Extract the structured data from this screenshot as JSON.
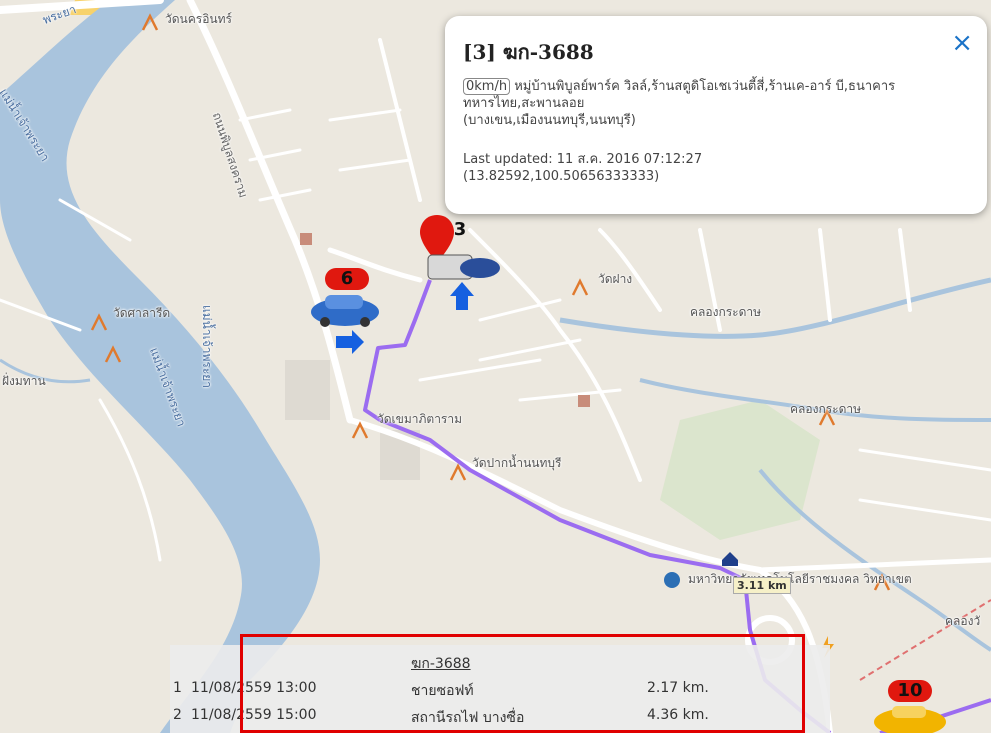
{
  "map": {
    "labels": {
      "temple_top": "วัดนครอินทร์",
      "road_pibul": "ถนนพิบูลสงคราม",
      "temple_sala": "วัดศาลารีด",
      "river_main": "แม่น้ำเจ้าพระยา",
      "river_left": "แม่น้ำเจ้าพระยา",
      "river_bottom": "แม่น้ำเจ้าพระยา",
      "temple_khema": "วัดเขมาภิตาราม",
      "temple_paknam": "วัดปากน้ำนนทบุรี",
      "temple_fang": "วัดฝาง",
      "canal_1": "คลองกระดาษ",
      "canal_2": "คลองกระดาษ",
      "edge_left": "ฝั่งมทาน",
      "edge_topleft": "พระยา",
      "university": "มหาวิทยาลัยเทคโนโลยีราชมงคล วิทยาเขต",
      "canal_right": "คลองวั"
    },
    "markers": {
      "vehicle_3": "3",
      "vehicle_6": "6",
      "vehicle_10": "10"
    },
    "distance": "3.11 km",
    "colors": {
      "route": "#9b6cf0",
      "badge": "#e0180f",
      "close": "#1a73c8"
    }
  },
  "popup": {
    "title": "[3] ฆก-3688",
    "speed": "0km/h",
    "address": "หมู่บ้านพิบูลย์พาร์ค วิลล์,ร้านสตูดิโอเชเว่นตี้สี่,ร้านเค-อาร์ บี,ธนาคารทหารไทย,สะพานลอย",
    "district": "(บางเขน,เมืองนนทบุรี,นนทบุรี)",
    "updated": "Last updated: 11 ส.ค. 2016 07:12:27",
    "coords": "(13.82592,100.50656333333)",
    "close_icon": "×"
  },
  "trips": {
    "plate": "ฆก-3688",
    "rows": [
      {
        "no": "1",
        "date": "11/08/2559 13:00",
        "place": "ชายซอฟท์",
        "distance": "2.17 km."
      },
      {
        "no": "2",
        "date": "11/08/2559 15:00",
        "place": "สถานีรถไฟ บางซื่อ",
        "distance": "4.36 km."
      }
    ]
  }
}
